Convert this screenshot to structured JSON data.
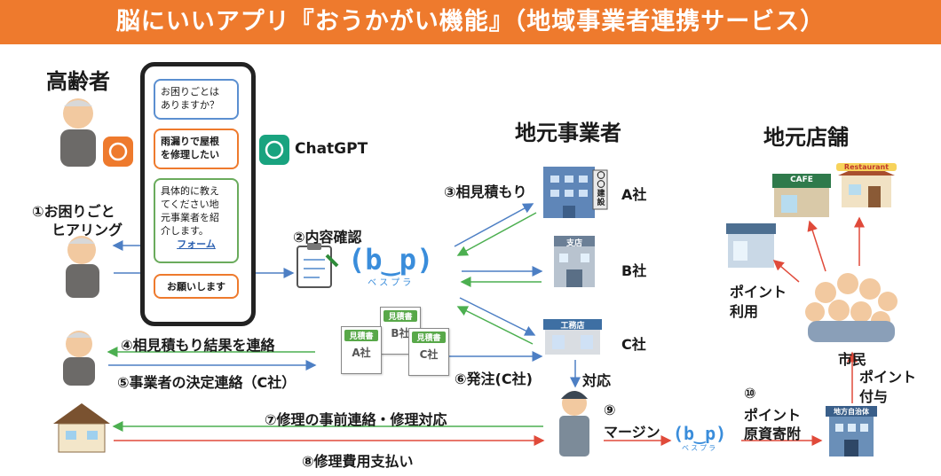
{
  "banner": {
    "title": "脳にいいアプリ『おうかがい機能』（地域事業者連携サービス）"
  },
  "sections": {
    "elderly": "高齢者",
    "local_business": "地元事業者",
    "local_shops": "地元店舗"
  },
  "phone": {
    "bubble1": "お困りごとは ありますか？",
    "bubble2": "雨漏りで屋根 を修理したい",
    "bubble3": "具体的に教え てください地 元事業者を紹 介します。",
    "form_link": "フォーム",
    "bubble4": "お願いします"
  },
  "chatgpt": {
    "label": "ChatGPT"
  },
  "brand": {
    "logo": "(b‿p)",
    "sub": "ベスプラ"
  },
  "steps": {
    "s1_line1": "①お困りごと",
    "s1_line2": "ヒアリング",
    "s2": "②内容確認",
    "s3": "③相見積もり",
    "s4": "④相見積もり結果を連絡",
    "s5": "⑤事業者の決定連絡（C社）",
    "s6": "⑥発注(C社)",
    "s6b": "対応",
    "s7": "⑦修理の事前連絡・修理対応",
    "s8": "⑧修理費用支払い",
    "s9_num": "⑨",
    "s9": "マージン",
    "s10_num": "⑩",
    "s10_line1": "ポイント",
    "s10_line2": "原資寄附"
  },
  "companies": {
    "a": "A社",
    "b": "B社",
    "c": "C社"
  },
  "building_signs": {
    "a": "〇〇建設",
    "b": "支店",
    "c": "工務店",
    "city": "地方自治体"
  },
  "quotes": {
    "header": "見積書",
    "b": "B社",
    "a": "A社",
    "c": "C社"
  },
  "shops": {
    "cafe": "CAFE",
    "restaurant": "Restaurant"
  },
  "citizens": {
    "label": "市民",
    "use_line1": "ポイント",
    "use_line2": "利用",
    "grant_line1": "ポイント",
    "grant_line2": "付与"
  },
  "colors": {
    "banner": "#ee7a2d",
    "blue_arrow": "#4d7fc4",
    "green_arrow": "#4caf50",
    "red_arrow": "#e04a3a",
    "accent_blue": "#3a8ddb"
  }
}
